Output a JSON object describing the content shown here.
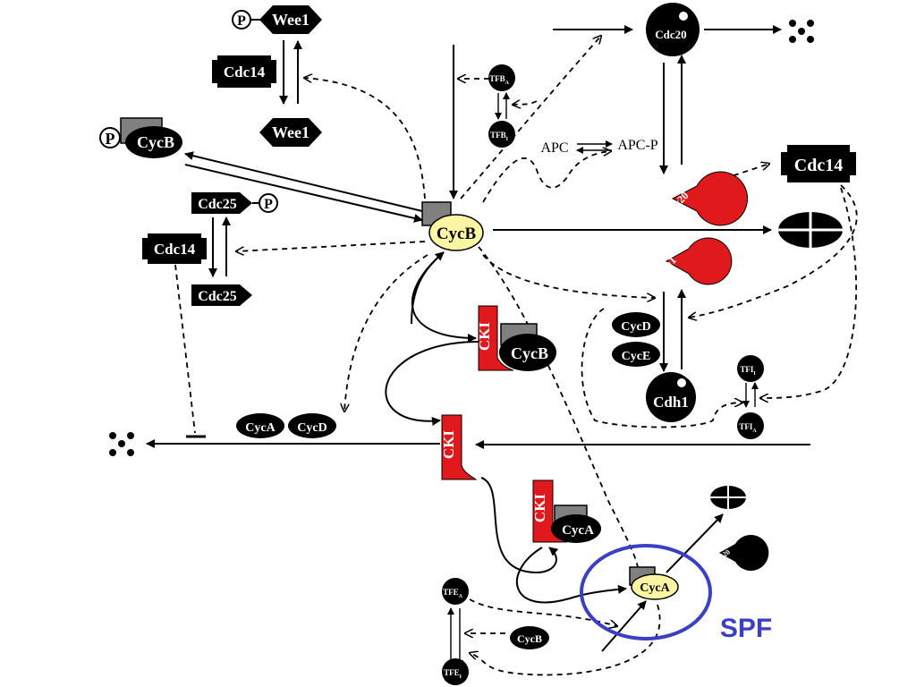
{
  "labels": {
    "wee1_p": "Wee1",
    "wee1": "Wee1",
    "cdc14_top": "Cdc14",
    "cycb_p": "CycB",
    "phospho": "P",
    "tfb_a": "TFB",
    "tfb_a_sub": "A",
    "tfb_i": "TFB",
    "tfb_i_sub": "I",
    "apc": "APC",
    "apc_p": "APC-P",
    "cdc20_active": "Cdc20",
    "cdc20_inactive": "Cdc20",
    "cdc14_right": "Cdc14",
    "cdc25_p": "Cdc25",
    "cdc25": "Cdc25",
    "cdc14_left": "Cdc14",
    "cycb_center": "CycB",
    "cdh1_active": "Cdh1",
    "cdh1_inactive": "Cdh1",
    "cycd_right": "CycD",
    "cyce_right": "CycE",
    "cki_cycb_cki": "CKI",
    "cki_cycb_cyc": "CycB",
    "tfi_i": "TFI",
    "tfi_i_sub": "I",
    "tfi_a": "TFI",
    "tfi_a_sub": "A",
    "cyca_mid": "CycA",
    "cycd_mid": "CycD",
    "cki_free": "CKI",
    "cki_cyca_cki": "CKI",
    "cki_cyca_cyc": "CycA",
    "cdc20_small": "Cdc20",
    "cyca_spf": "CycA",
    "tfe_a": "TFE",
    "tfe_a_sub": "A",
    "tfe_i": "TFE",
    "tfe_i_sub": "I",
    "cycb_small": "CycB",
    "spf": "SPF"
  },
  "colors": {
    "black": "#000000",
    "red": "#e0191c",
    "yellow": "#fbf6a4",
    "gray": "#808080",
    "spf_blue": "#3a3fc4"
  }
}
